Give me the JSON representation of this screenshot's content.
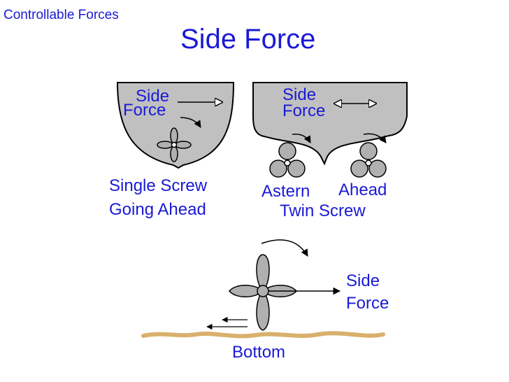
{
  "corner_title": "Controllable Forces",
  "title": "Side Force",
  "single_screw": {
    "side_label_1": "Side",
    "side_label_2": "Force",
    "caption_1": "Single Screw",
    "caption_2": "Going Ahead"
  },
  "twin_screw": {
    "side_label_1": "Side",
    "side_label_2": "Force",
    "astern": "Astern",
    "ahead": "Ahead",
    "caption": "Twin Screw"
  },
  "bottom_diagram": {
    "side_label_1": "Side",
    "side_label_2": "Force",
    "bottom": "Bottom"
  },
  "colors": {
    "text": "#1a1ad6",
    "hull_fill": "#c0c0c0",
    "seabed": "#d9b06c"
  }
}
